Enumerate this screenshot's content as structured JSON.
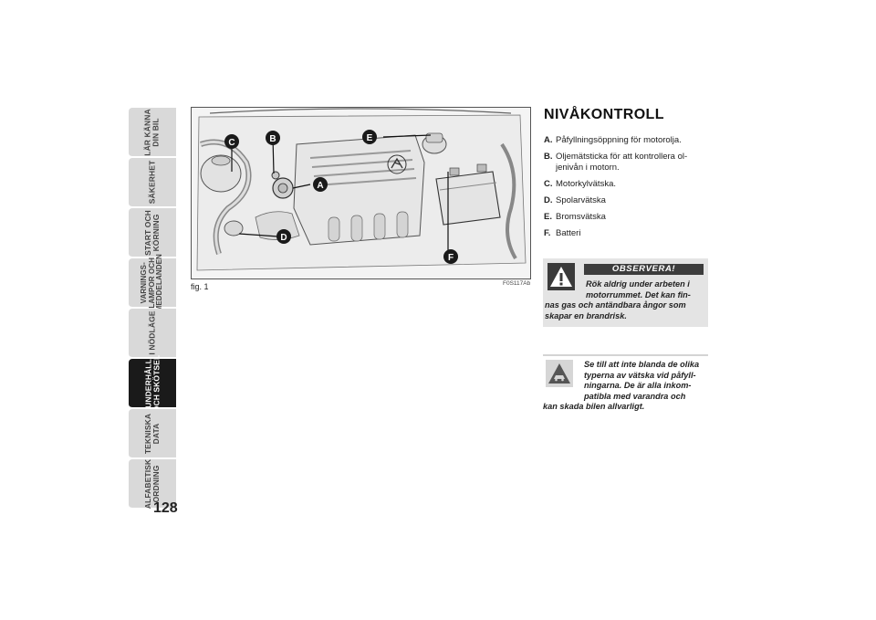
{
  "side_tabs": [
    {
      "label_line1": "LÄR KÄNNA",
      "label_line2": "DIN BIL",
      "active": false
    },
    {
      "label_line1": "SÄKERHET",
      "label_line2": "",
      "active": false
    },
    {
      "label_line1": "START OCH",
      "label_line2": "KÖRNING",
      "active": false
    },
    {
      "label_line1": "VARNINGS-",
      "label_line2": "LAMPOR OCH",
      "label_line3": "MEDDELANDEN",
      "active": false
    },
    {
      "label_line1": "I NÖDLÄGE",
      "label_line2": "",
      "active": false
    },
    {
      "label_line1": "UNDERHÅLL",
      "label_line2": "OCH SKÖTSEL",
      "active": true
    },
    {
      "label_line1": "TEKNISKA",
      "label_line2": "DATA",
      "active": false
    },
    {
      "label_line1": "ALFABETISK",
      "label_line2": "ORDNING",
      "active": false
    }
  ],
  "page_number": "128",
  "figure": {
    "caption": "fig. 1",
    "code": "F0S117Ab",
    "callouts": [
      "A",
      "B",
      "C",
      "D",
      "E",
      "F"
    ]
  },
  "section": {
    "title": "NIVÅKONTROLL",
    "items": [
      {
        "letter": "A.",
        "text": "Påfyllningsöppning för motorolja."
      },
      {
        "letter": "B.",
        "text": "Oljemätsticka för att kontrollera ol-jenivån i motorn."
      },
      {
        "letter": "C.",
        "text": "Motorkylvätska."
      },
      {
        "letter": "D.",
        "text": "Spolarvätska"
      },
      {
        "letter": "E.",
        "text": "Bromsvätska"
      },
      {
        "letter": "F.",
        "text": "Batteri"
      }
    ]
  },
  "warning": {
    "label": "OBSERVERA!",
    "text_line1": "Rök aldrig under arbeten i",
    "text_line2": "motorrummet. Det kan fin-",
    "text_rest": "nas gas och antändbara ångor som skapar en brandrisk."
  },
  "note": {
    "text_line1": "Se till att inte blanda de olika",
    "text_line2": "typerna av vätska vid påfyll-",
    "text_line3": "ningarna. De är alla inkom-",
    "text_line4": "patibla med varandra och",
    "text_rest": "kan skada bilen allvarligt."
  },
  "colors": {
    "tab_inactive": "#d9d9d9",
    "tab_active": "#1a1a1a",
    "warn_bg": "#e4e4e4",
    "warn_label_bg": "#3d3d3d"
  }
}
